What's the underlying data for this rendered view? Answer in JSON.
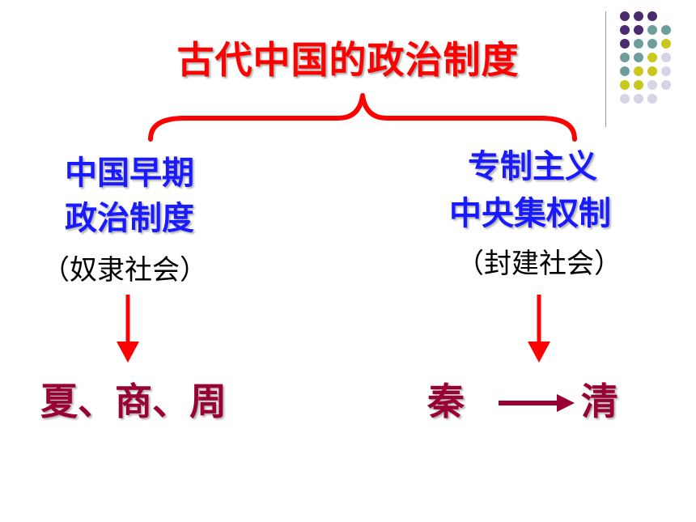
{
  "title": "古代中国的政治制度",
  "left": {
    "head_line1": "中国早期",
    "head_line2": "政治制度",
    "society": "（奴隶社会）",
    "era": "夏、商、周"
  },
  "right": {
    "head_line1": "专制主义",
    "head_line2": "中央集权制",
    "society": "（封建社会）",
    "era_start": "秦",
    "era_end": "清"
  },
  "colors": {
    "title": "#ff0000",
    "heading": "#1a1aff",
    "era": "#990033",
    "arrow_red": "#ff0000",
    "arrow_dark": "#990033",
    "dot_purple": "#4b2a6e",
    "dot_teal": "#6e9e9a",
    "dot_olive": "#c8c81e",
    "dot_lavender": "#d6d4e6"
  },
  "decor": {
    "dot_grid": [
      [
        "purple",
        "purple",
        "purple"
      ],
      [
        "purple",
        "purple",
        "teal",
        "teal"
      ],
      [
        "purple",
        "teal",
        "teal",
        "olive"
      ],
      [
        "teal",
        "teal",
        "olive",
        "lavender"
      ],
      [
        "teal",
        "olive",
        "olive",
        "lavender"
      ],
      [
        "olive",
        "olive",
        "lavender",
        "lavender"
      ],
      [
        "lavender",
        "lavender",
        "lavender"
      ]
    ]
  }
}
